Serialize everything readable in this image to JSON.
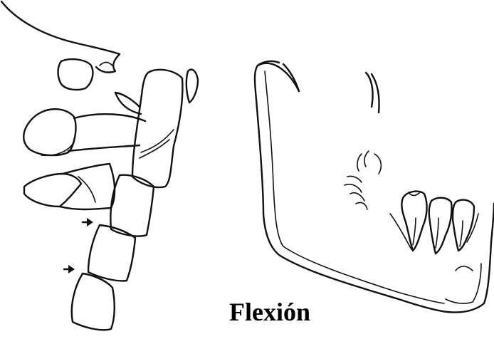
{
  "figure": {
    "caption": "Flexión",
    "ink_color": "#111111",
    "background_color": "#ffffff",
    "parts": [
      "skull-base-outline",
      "cervical-vertebrae",
      "mandible",
      "teeth"
    ],
    "arrow_count": 2
  }
}
